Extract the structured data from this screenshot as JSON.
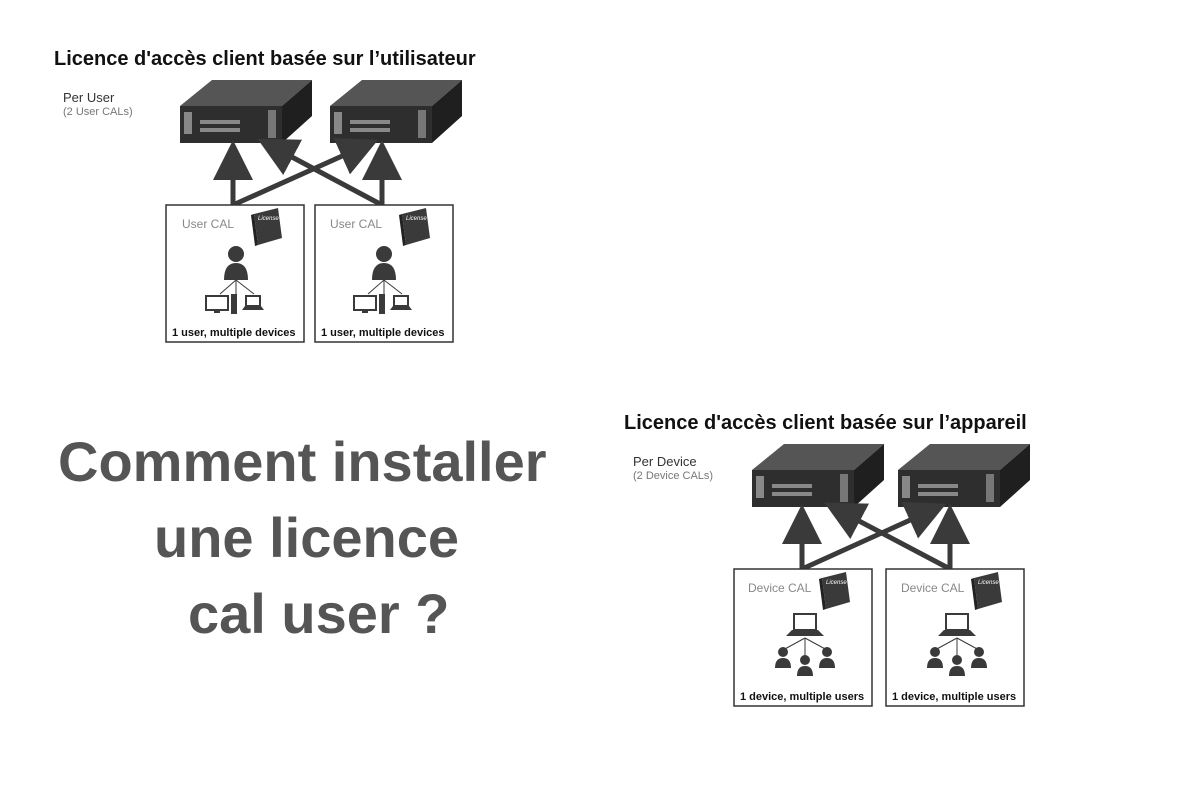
{
  "user_diagram": {
    "title": "Licence d'accès client basée sur l’utilisateur",
    "mode_label": "Per User",
    "mode_sub": "(2 User CALs)",
    "boxes": [
      {
        "label": "User CAL",
        "book": "License",
        "caption": "1 user, multiple devices"
      },
      {
        "label": "User CAL",
        "book": "License",
        "caption": "1 user, multiple devices"
      }
    ]
  },
  "device_diagram": {
    "title": "Licence d'accès client basée sur l’appareil",
    "mode_label": "Per Device",
    "mode_sub": "(2 Device CALs)",
    "boxes": [
      {
        "label": "Device CAL",
        "book": "License",
        "caption": "1 device, multiple users"
      },
      {
        "label": "Device CAL",
        "book": "License",
        "caption": "1 device, multiple users"
      }
    ]
  },
  "headline": {
    "line1": "Comment installer",
    "line2": "une licence",
    "line3": "cal user ?"
  },
  "colors": {
    "icon": "#3a3a3a",
    "server_top": "#4a4a4a",
    "server_front": "#2e2e2e",
    "box_border": "#333333",
    "headline": "#555555"
  },
  "icons": [
    "server-icon",
    "arrow-icon",
    "license-book-icon",
    "person-icon",
    "desktop-icon",
    "laptop-icon",
    "people-group-icon"
  ]
}
